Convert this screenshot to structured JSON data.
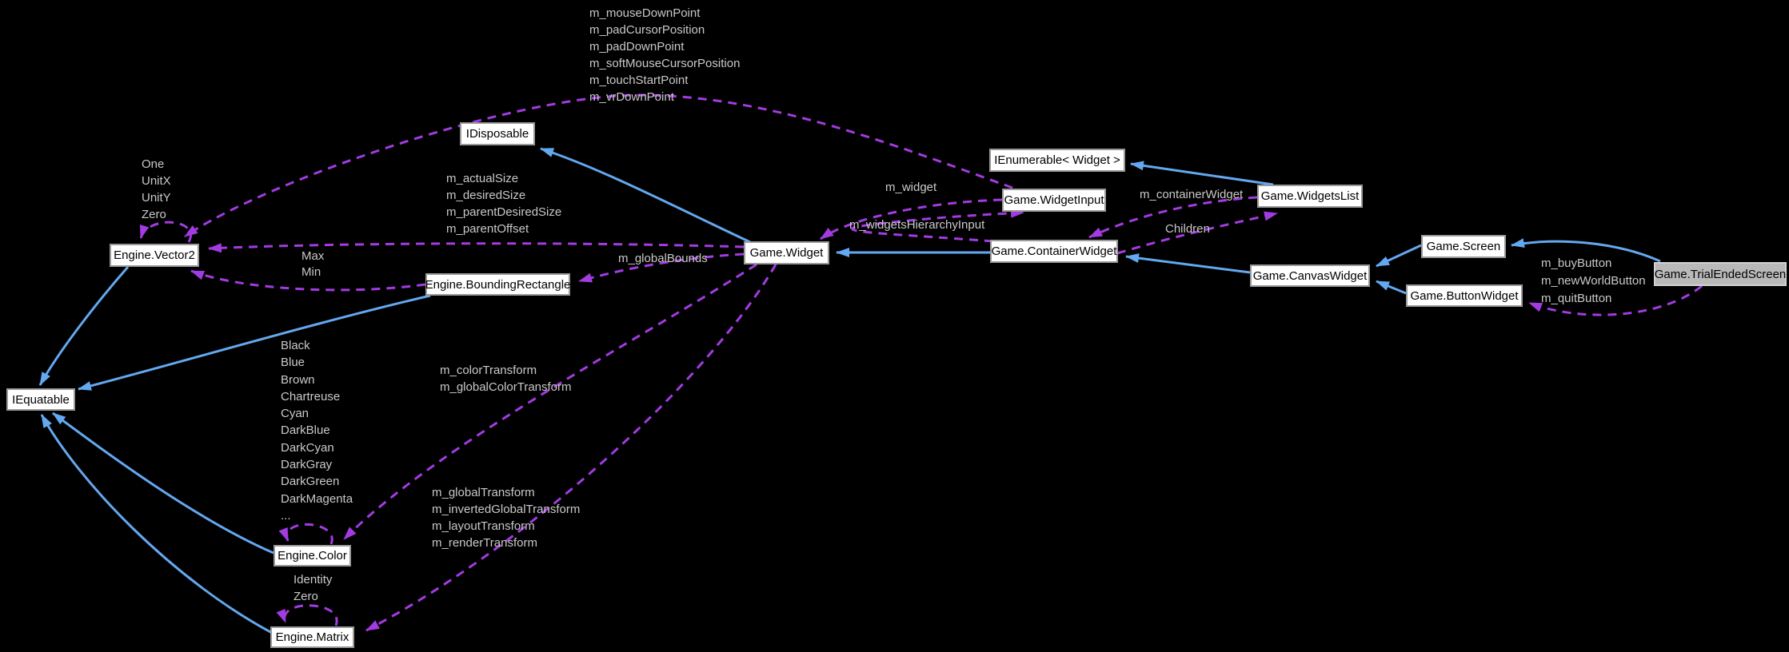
{
  "diagram": {
    "type": "collaboration-graph",
    "focus_node": "trialendedscreen",
    "colors": {
      "background": "#000000",
      "node_fill": "#ffffff",
      "node_border": "#9a9a9a",
      "node_text": "#000000",
      "focus_node_fill": "#b9b9b9",
      "inheritance_edge": "#63a8f0",
      "usage_edge": "#a23be0",
      "edge_label_text": "#c9c9c9"
    },
    "nodes": {
      "idisposable": "IDisposable",
      "vector2": "Engine.Vector2",
      "widget": "Game.Widget",
      "ienumerable": "IEnumerable< Widget >",
      "widgetinput": "Game.WidgetInput",
      "widgetslist": "Game.WidgetsList",
      "containerwidget": "Game.ContainerWidget",
      "screen": "Game.Screen",
      "canvaswidget": "Game.CanvasWidget",
      "buttonwidget": "Game.ButtonWidget",
      "trialendedscreen": "Game.TrialEndedScreen",
      "boundingrectangle": "Engine.BoundingRectangle",
      "iequatable": "IEquatable",
      "color": "Engine.Color",
      "matrix": "Engine.Matrix"
    },
    "edge_labels": {
      "widgetinput_to_vector2": [
        "m_mouseDownPoint",
        "m_padCursorPosition",
        "m_padDownPoint",
        "m_softMouseCursorPosition",
        "m_touchStartPoint",
        "m_vrDownPoint"
      ],
      "vector2_self": [
        "One",
        "UnitX",
        "UnitY",
        "Zero"
      ],
      "widget_to_vector2": [
        "m_actualSize",
        "m_desiredSize",
        "m_parentDesiredSize",
        "m_parentOffset"
      ],
      "boundingrectangle_to_vector2": [
        "Max",
        "Min"
      ],
      "widget_to_boundingrectangle": [
        "m_globalBounds"
      ],
      "widgetinput_to_widget": [
        "m_widget"
      ],
      "containerwidget_to_widgetinput": [
        "m_widgetsHierarchyInput"
      ],
      "widgetslist_to_containerwidget": [
        "m_containerWidget"
      ],
      "containerwidget_to_widgetslist": [
        "Children"
      ],
      "trialendedscreen_to_buttonwidget": [
        "m_buyButton",
        "m_newWorldButton",
        "m_quitButton"
      ],
      "color_self": [
        "Black",
        "Blue",
        "Brown",
        "Chartreuse",
        "Cyan",
        "DarkBlue",
        "DarkCyan",
        "DarkGray",
        "DarkGreen",
        "DarkMagenta",
        "..."
      ],
      "widget_to_color": [
        "m_colorTransform",
        "m_globalColorTransform"
      ],
      "widget_to_matrix": [
        "m_globalTransform",
        "m_invertedGlobalTransform",
        "m_layoutTransform",
        "m_renderTransform"
      ],
      "matrix_self": [
        "Identity",
        "Zero"
      ]
    }
  }
}
